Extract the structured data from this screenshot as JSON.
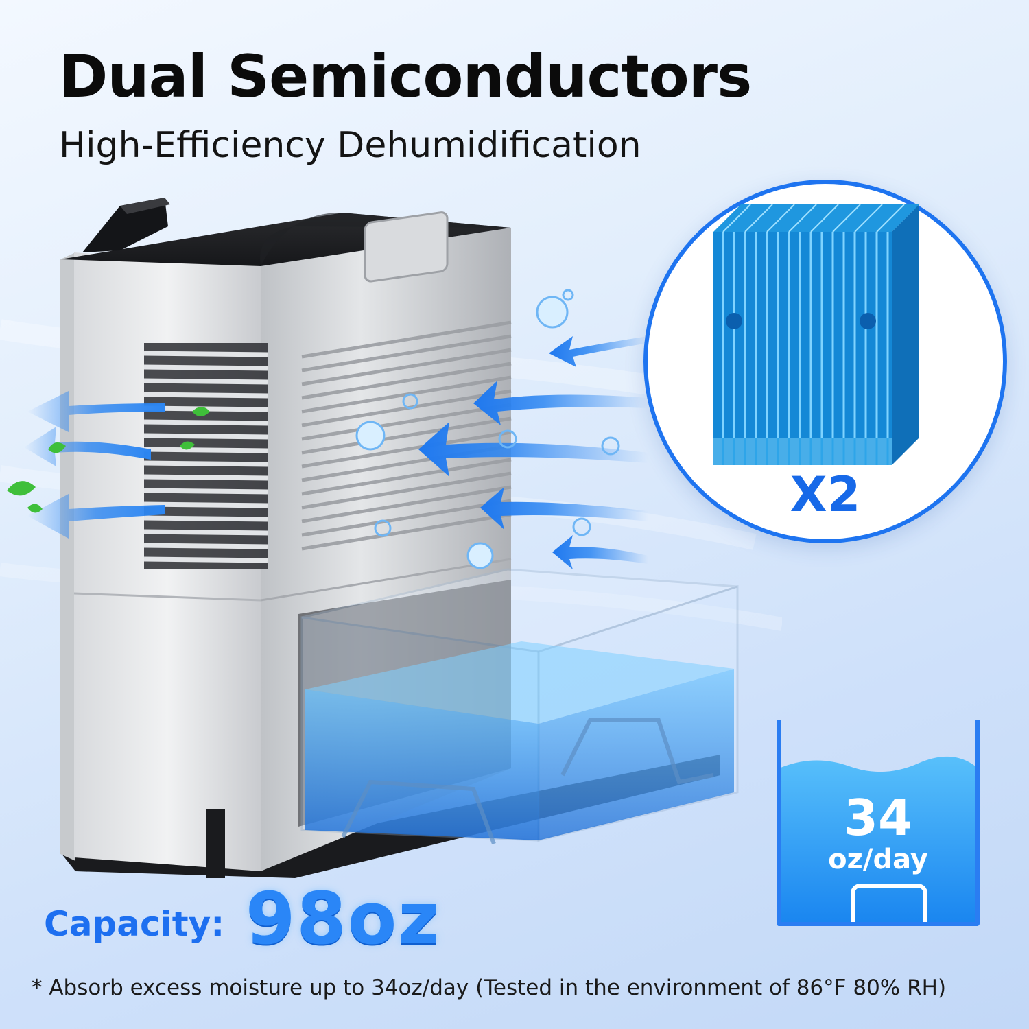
{
  "headline": "Dual Semiconductors",
  "subheadline": "High-Efficiency Dehumidification",
  "chip": {
    "multiplier": "X2",
    "accent_color": "#1e74f0"
  },
  "gauge": {
    "value": "34",
    "unit": "oz/day",
    "fill_color": "#3aa8f7"
  },
  "capacity": {
    "label": "Capacity:",
    "value": "98oz"
  },
  "footnote": "* Absorb excess moisture up to 34oz/day (Tested in the environment of 86°F 80% RH)",
  "icons": [
    "semiconductor-chip-icon",
    "airflow-arrow-icon",
    "water-bubble-icon",
    "leaf-icon",
    "water-tank-icon"
  ]
}
